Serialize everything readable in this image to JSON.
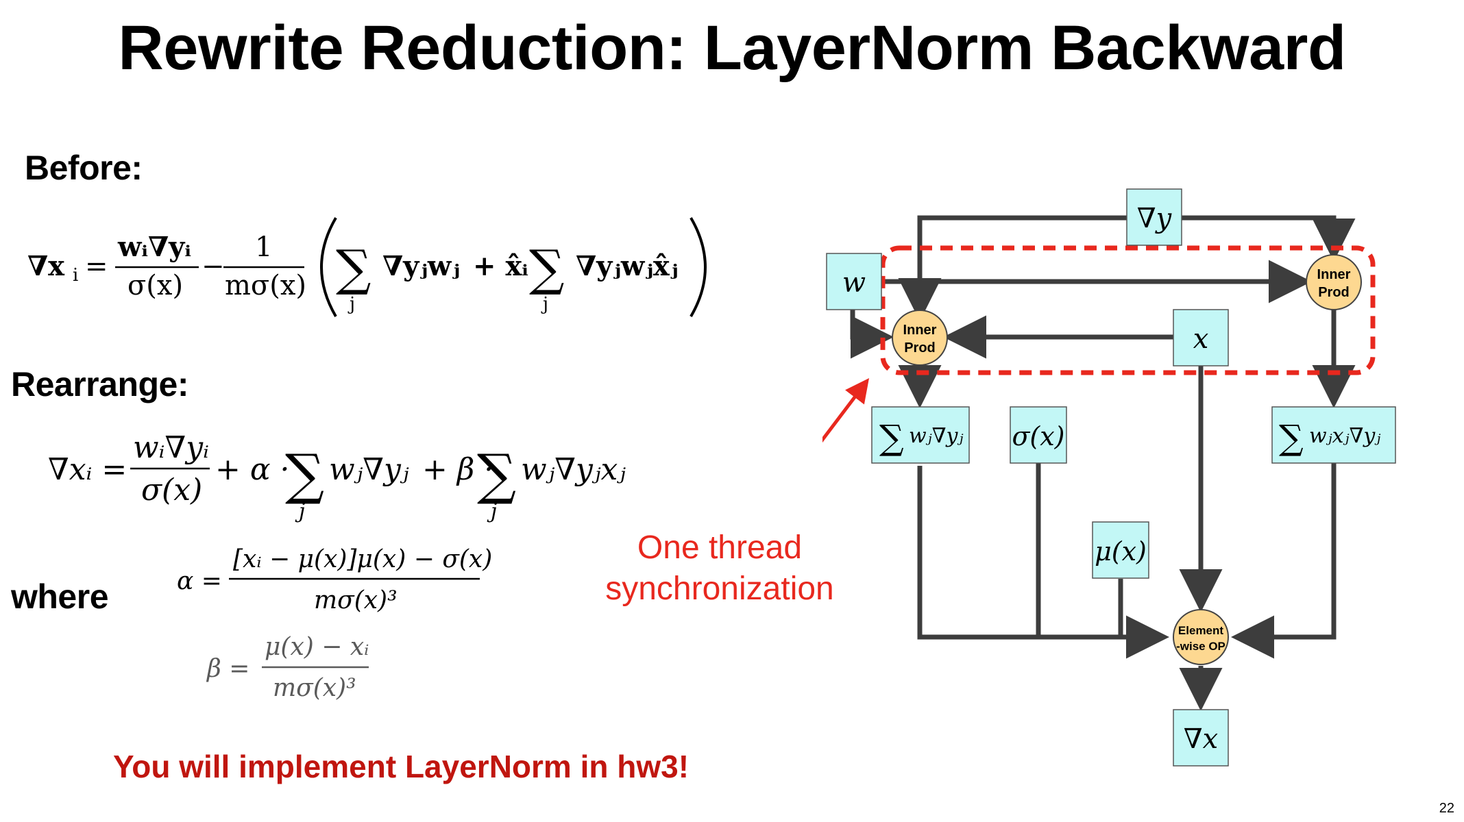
{
  "slide": {
    "title": "Rewrite Reduction: LayerNorm Backward",
    "page_number": "22",
    "bottom_note": "You will implement LayerNorm in hw3!",
    "sync_note_line1": "One thread",
    "sync_note_line2": "synchronization"
  },
  "sections": {
    "before": "Before:",
    "rearrange": "Rearrange:",
    "where": "where"
  },
  "formulas": {
    "before": {
      "lhs": "∇x",
      "lhs_sub": "i",
      "t1_num": "wᵢ∇yᵢ",
      "t1_den": "σ(x)",
      "t2_num": "1",
      "t2_den": "mσ(x)",
      "sum_a": "∇yⱼwⱼ",
      "plus_xhat": "+ x̂ᵢ",
      "sum_b": "∇yⱼwⱼx̂ⱼ",
      "sum_index": "j"
    },
    "rearrange": {
      "lhs": "∇xᵢ =",
      "t1_num": "wᵢ∇yᵢ",
      "t1_den": "σ(x)",
      "alpha_part": "+ α ·",
      "sum_a": "wⱼ∇yⱼ",
      "beta_part": "+ β ·",
      "sum_b": "wⱼ∇yⱼxⱼ",
      "sum_index": "j"
    },
    "alpha": {
      "lhs": "α =",
      "num": "[xᵢ − μ(x)]μ(x) − σ(x)",
      "den": "mσ(x)³"
    },
    "beta": {
      "lhs": "β =",
      "num": "μ(x) − xᵢ",
      "den": "mσ(x)³"
    }
  },
  "diagram": {
    "boxes": {
      "grad_y": "∇y",
      "w": "w",
      "x": "x",
      "sum_w_grad_y": "wⱼ∇yⱼ",
      "sigma": "σ(x)",
      "sum_w_x_grad_y": "wⱼxⱼ∇yⱼ",
      "mu": "μ(x)",
      "grad_x": "∇x"
    },
    "sum_symbol": "∑",
    "nodes": {
      "inner_prod_left_line1": "Inner",
      "inner_prod_left_line2": "Prod",
      "inner_prod_right_line1": "Inner",
      "inner_prod_right_line2": "Prod",
      "elementwise_line1": "Element",
      "elementwise_line2": "-wise OP"
    },
    "colors": {
      "box_fill": "#c3f7f6",
      "node_fill": "#fdd891",
      "arrow": "#3d3d3d",
      "highlight": "#e8281e"
    }
  }
}
